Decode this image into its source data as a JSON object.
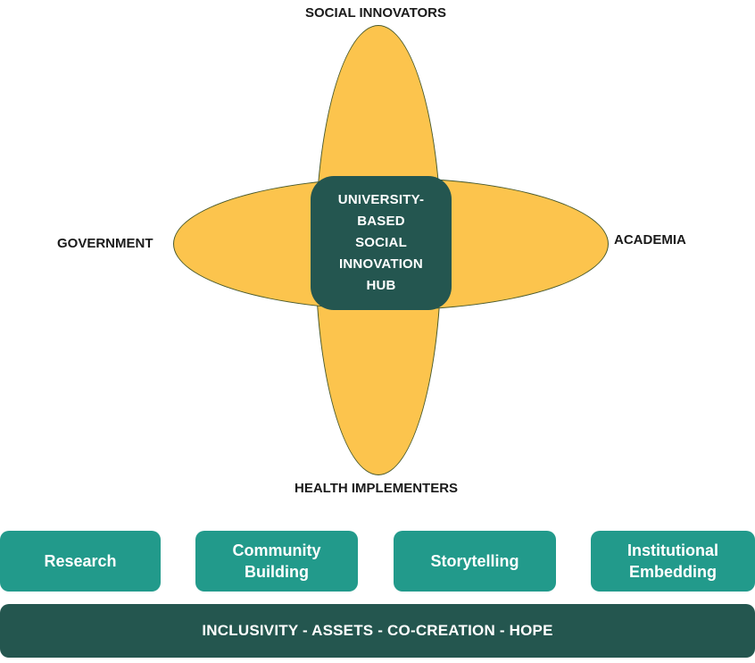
{
  "diagram": {
    "hub_label": "UNIVERSITY-BASED\nSOCIAL\nINNOVATION\nHUB",
    "top_label": "SOCIAL INNOVATORS",
    "bottom_label": "HEALTH IMPLEMENTERS",
    "left_label": "GOVERNMENT",
    "right_label": "ACADEMIA",
    "colors": {
      "petal": "#fcc44d",
      "petal_outline": "#4a5a2c",
      "hub": "#245650",
      "pillar": "#229a8b",
      "base": "#24564f"
    }
  },
  "pillars": [
    {
      "label": "Research"
    },
    {
      "label": "Community\nBuilding"
    },
    {
      "label": "Storytelling"
    },
    {
      "label": "Institutional\nEmbedding"
    }
  ],
  "foundation": {
    "label": "INCLUSIVITY - ASSETS - CO-CREATION - HOPE"
  }
}
